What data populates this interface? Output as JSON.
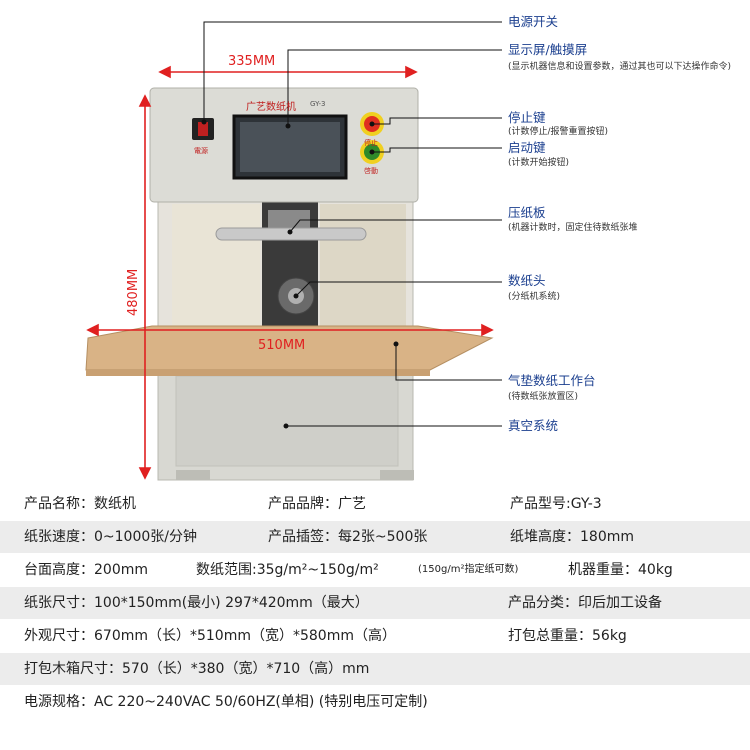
{
  "figure": {
    "machine_brand_plate": "广艺数纸机",
    "machine_model_plate": "GY-3",
    "panel_power_label": "電源",
    "panel_stop_label": "停止",
    "panel_start_label": "啓動",
    "dimension_top": "335MM",
    "dimension_height": "480MM",
    "dimension_table": "510MM",
    "callouts": [
      {
        "title": "电源开关",
        "desc": ""
      },
      {
        "title": "显示屏/触摸屏",
        "desc": "(显示机器信息和设置参数，通过其也可以下达操作命令)"
      },
      {
        "title": "停止键",
        "desc": "(计数停止/报警重置按钮)"
      },
      {
        "title": "启动键",
        "desc": "(计数开始按钮)"
      },
      {
        "title": "压纸板",
        "desc": "(机器计数时，固定住待数纸张堆"
      },
      {
        "title": "数纸头",
        "desc": "(分纸机系统)"
      },
      {
        "title": "气垫数纸工作台",
        "desc": "(待数纸张放置区)"
      },
      {
        "title": "真空系统",
        "desc": ""
      }
    ],
    "colors": {
      "callout_text": "#1b3f8f",
      "dimension_red": "#e02020",
      "machine_body": "#dcdcd6",
      "table_wood": "#d9b386",
      "stop_button": "#e03020",
      "start_button": "#2f8a2a"
    }
  },
  "specs": {
    "rows": [
      {
        "shaded": false,
        "cells": [
          "产品名称：数纸机",
          "产品品牌：广艺",
          "产品型号:GY-3"
        ]
      },
      {
        "shaded": true,
        "cells": [
          "纸张速度：0~1000张/分钟",
          "产品插签：每2张~500张",
          "纸堆高度：180mm"
        ]
      },
      {
        "shaded": false,
        "cells": [
          "台面高度：200mm",
          "数纸范围:35g/m²~150g/m²",
          "(150g/m²指定纸可数)",
          "机器重量：40kg"
        ]
      },
      {
        "shaded": true,
        "cells": [
          "纸张尺寸：100*150mm(最小) 297*420mm（最大）",
          "产品分类：印后加工设备"
        ]
      },
      {
        "shaded": false,
        "cells": [
          "外观尺寸：670mm（长）*510mm（宽）*580mm（高）",
          "打包总重量：56kg"
        ]
      },
      {
        "shaded": true,
        "cells": [
          "打包木箱尺寸：570（长）*380（宽）*710（高）mm"
        ]
      },
      {
        "shaded": false,
        "cells": [
          "电源规格：AC 220~240VAC  50/60HZ(单相) (特别电压可定制)"
        ]
      }
    ]
  }
}
